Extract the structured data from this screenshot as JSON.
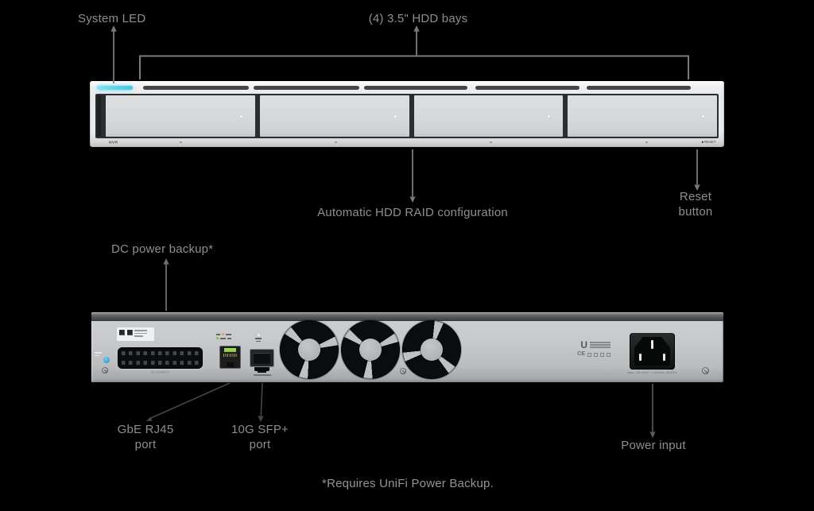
{
  "front": {
    "model_badge": "NVR",
    "reset_silkscreen": "RESET"
  },
  "back": {
    "dc_connector_silkscreen": "DC CONNECT",
    "brand_glyph": "U",
    "ce_mark": "CE",
    "power_rating": "Input: 100-240V~ 2.0A Max, 50/60Hz"
  },
  "callouts": {
    "system_led": "System LED",
    "hdd_bays": "(4) 3.5\" HDD bays",
    "raid": "Automatic HDD RAID configuration",
    "reset_line1": "Reset",
    "reset_line2": "button",
    "dc_backup": "DC power backup*",
    "gbe_line1": "GbE RJ45",
    "gbe_line2": "port",
    "sfp_line1": "10G SFP+",
    "sfp_line2": "port",
    "power_input": "Power input",
    "footnote": "*Requires UniFi Power Backup."
  },
  "colors": {
    "background": "#000000",
    "label_text": "#8e8e8e",
    "system_led_cyan": "#54d4e8",
    "ethernet_led_amber": "#e8a33d",
    "ethernet_led_green": "#7cc242",
    "dc_indicator_blue": "#2ea8e0",
    "chassis_front": "#e9ebec",
    "chassis_back": "#c6c8ca"
  }
}
